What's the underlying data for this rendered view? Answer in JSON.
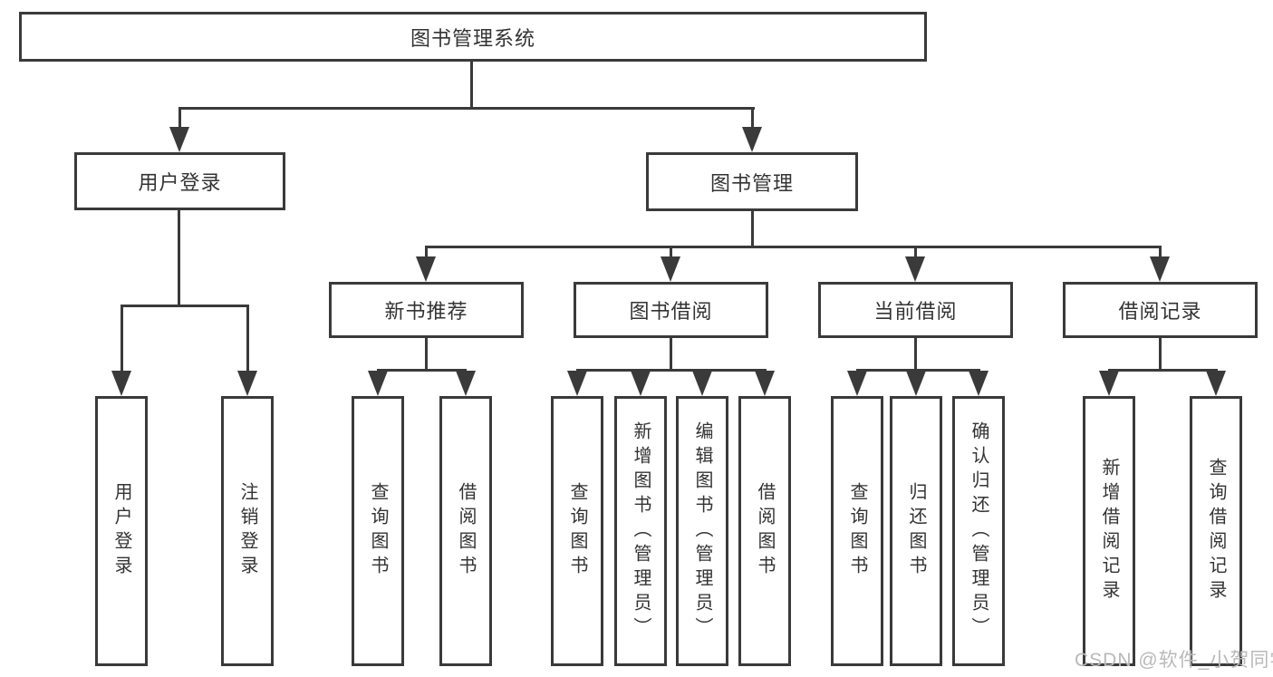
{
  "diagram": {
    "root": "图书管理系统",
    "login": {
      "label": "用户登录",
      "children": [
        "用户登录",
        "注销登录"
      ]
    },
    "manage": {
      "label": "图书管理",
      "groups": [
        {
          "label": "新书推荐",
          "children": [
            "查询图书",
            "借阅图书"
          ]
        },
        {
          "label": "图书借阅",
          "children": [
            "查询图书",
            "新增图书（管理员）",
            "编辑图书（管理员）",
            "借阅图书"
          ]
        },
        {
          "label": "当前借阅",
          "children": [
            "查询图书",
            "归还图书",
            "确认归还（管理员）"
          ]
        },
        {
          "label": "借阅记录",
          "children": [
            "新增借阅记录",
            "查询借阅记录"
          ]
        }
      ]
    }
  },
  "watermark": "CSDN @软件_小贺同学",
  "colors": {
    "line": "#3a3a3a",
    "text": "#333333",
    "watermark": "#b9b9b9",
    "background": "#ffffff"
  }
}
